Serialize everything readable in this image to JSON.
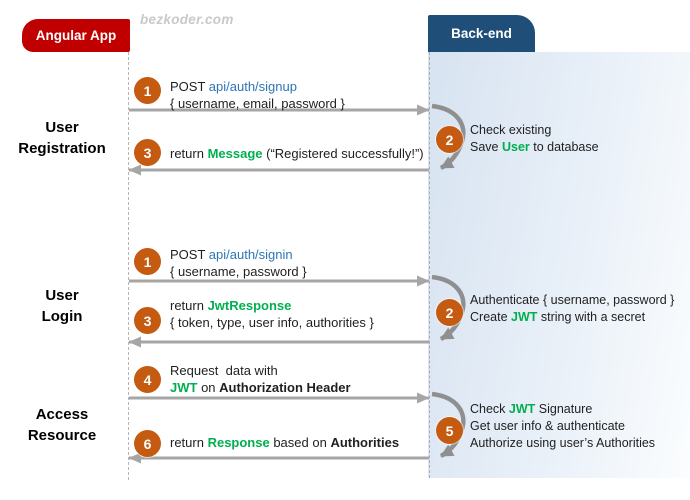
{
  "watermark": "bezkoder.com",
  "actors": {
    "client": "Angular App",
    "server": "Back-end"
  },
  "colors": {
    "client_box": "#C00000",
    "server_box": "#1F4E79",
    "panel_gradient_start": "#D7E3F1",
    "panel_gradient_end": "#FBFDFE",
    "step_circle": "#C55A11",
    "arrow_gray": "#A6A6A6",
    "self_arrow_gray": "#8F8F8F",
    "link_blue": "#2E75B6",
    "highlight_green": "#00B050",
    "text": "#1F1F1F",
    "watermark_gray": "#C9C9C9"
  },
  "sections": [
    {
      "label_lines": [
        "User",
        "Registration"
      ]
    },
    {
      "label_lines": [
        "User",
        "Login"
      ]
    },
    {
      "label_lines": [
        "Access",
        "Resource"
      ]
    }
  ],
  "flows": [
    {
      "request": {
        "step": "1",
        "lines": [
          [
            {
              "t": "POST ",
              "s": "plain"
            },
            {
              "t": "api/auth/signup",
              "s": "blue"
            }
          ],
          [
            {
              "t": "{ username, email, password }",
              "s": "plain"
            }
          ]
        ]
      },
      "server_action": {
        "step": "2",
        "lines": [
          [
            {
              "t": "Check existing",
              "s": "plain"
            }
          ],
          [
            {
              "t": "Save ",
              "s": "plain"
            },
            {
              "t": "User",
              "s": "green"
            },
            {
              "t": " to database",
              "s": "plain"
            }
          ]
        ]
      },
      "response": {
        "step": "3",
        "lines": [
          [
            {
              "t": "return ",
              "s": "plain"
            },
            {
              "t": "Message",
              "s": "green"
            },
            {
              "t": " (“Registered successfully!”)",
              "s": "plain"
            }
          ]
        ]
      }
    },
    {
      "request": {
        "step": "1",
        "lines": [
          [
            {
              "t": "POST ",
              "s": "plain"
            },
            {
              "t": "api/auth/signin",
              "s": "blue"
            }
          ],
          [
            {
              "t": "{ username, password }",
              "s": "plain"
            }
          ]
        ]
      },
      "server_action": {
        "step": "2",
        "lines": [
          [
            {
              "t": "Authenticate { username, password }",
              "s": "plain"
            }
          ],
          [
            {
              "t": "Create ",
              "s": "plain"
            },
            {
              "t": "JWT",
              "s": "green"
            },
            {
              "t": " string with a secret",
              "s": "plain"
            }
          ]
        ]
      },
      "response": {
        "step": "3",
        "lines": [
          [
            {
              "t": "return ",
              "s": "plain"
            },
            {
              "t": "JwtResponse",
              "s": "green"
            }
          ],
          [
            {
              "t": "{ token, type, user info, authorities }",
              "s": "plain"
            }
          ]
        ]
      }
    },
    {
      "request": {
        "step": "4",
        "lines": [
          [
            {
              "t": "Request  data with",
              "s": "plain"
            }
          ],
          [
            {
              "t": "JWT",
              "s": "green"
            },
            {
              "t": " on ",
              "s": "plain"
            },
            {
              "t": "Authorization Header",
              "s": "bold"
            }
          ]
        ]
      },
      "server_action": {
        "step": "5",
        "lines": [
          [
            {
              "t": "Check ",
              "s": "plain"
            },
            {
              "t": "JWT",
              "s": "green"
            },
            {
              "t": " Signature",
              "s": "plain"
            }
          ],
          [
            {
              "t": "Get user info & authenticate",
              "s": "plain"
            }
          ],
          [
            {
              "t": "Authorize using user’s Authorities",
              "s": "plain"
            }
          ]
        ]
      },
      "response": {
        "step": "6",
        "lines": [
          [
            {
              "t": "return ",
              "s": "plain"
            },
            {
              "t": "Response",
              "s": "green"
            },
            {
              "t": " based on ",
              "s": "plain"
            },
            {
              "t": "Authorities",
              "s": "bold"
            }
          ]
        ]
      }
    }
  ]
}
